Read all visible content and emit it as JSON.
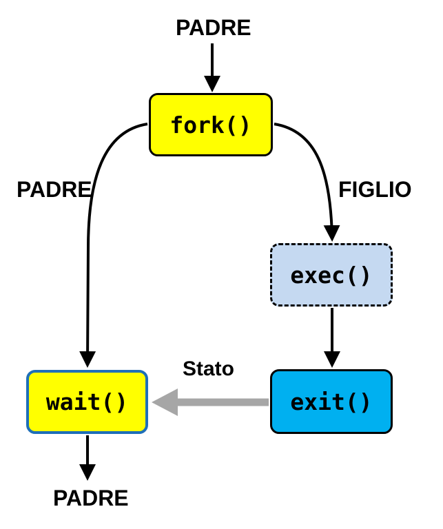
{
  "labels": {
    "top": "PADRE",
    "left_branch": "PADRE",
    "right_branch": "FIGLIO",
    "status_arrow": "Stato",
    "bottom": "PADRE"
  },
  "nodes": {
    "fork": {
      "text": "fork()",
      "fill": "#ffff00"
    },
    "exec": {
      "text": "exec()",
      "fill": "#c5d9f1"
    },
    "exit": {
      "text": "exit()",
      "fill": "#00b0f0"
    },
    "wait": {
      "text": "wait()",
      "fill": "#ffff00"
    }
  },
  "colors": {
    "arrow": "#000000",
    "status_arrow": "#a6a6a6",
    "wait_border": "#1f6fb8"
  }
}
